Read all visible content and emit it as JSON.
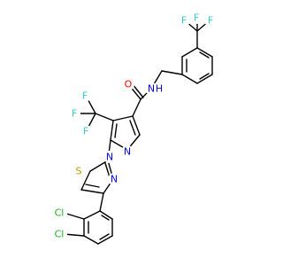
{
  "molecule": {
    "colors": {
      "carbon_bond": "#000000",
      "nitrogen": "#0000ff",
      "oxygen": "#ff0000",
      "fluorine": "#33cccc",
      "sulfur": "#b5a000",
      "chlorine": "#1fb01f"
    },
    "labels": {
      "f": "F",
      "o": "O",
      "n": "N",
      "nh": "N",
      "h": "H",
      "s": "S",
      "cl": "Cl"
    }
  }
}
